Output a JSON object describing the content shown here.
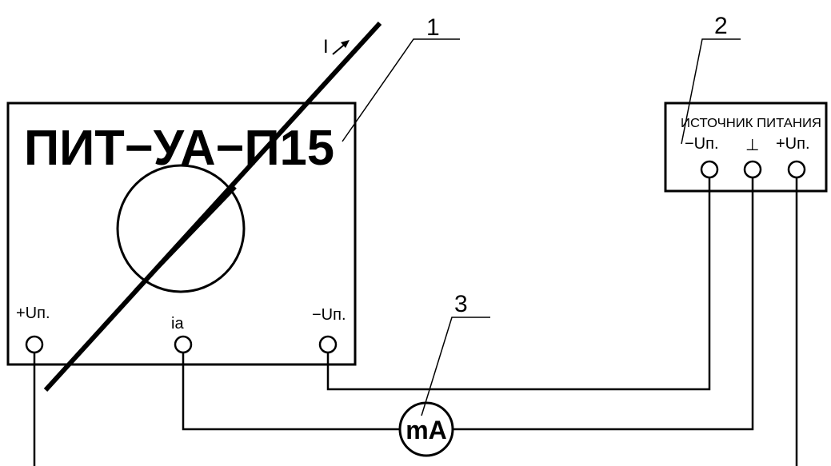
{
  "sensor": {
    "title": "ПИТ−УА−П15",
    "terminals": {
      "plus_supply": "+Uп.",
      "signal": "iа",
      "minus_supply": "−Uп."
    }
  },
  "current_label": "I",
  "power_supply": {
    "title": "ИСТОЧНИК ПИТАНИЯ",
    "terminals": {
      "minus_supply": "−Uп.",
      "ground": "⊥",
      "plus_supply": "+Uп."
    }
  },
  "meter": {
    "label": "mA"
  },
  "callouts": [
    "1",
    "2",
    "3"
  ]
}
